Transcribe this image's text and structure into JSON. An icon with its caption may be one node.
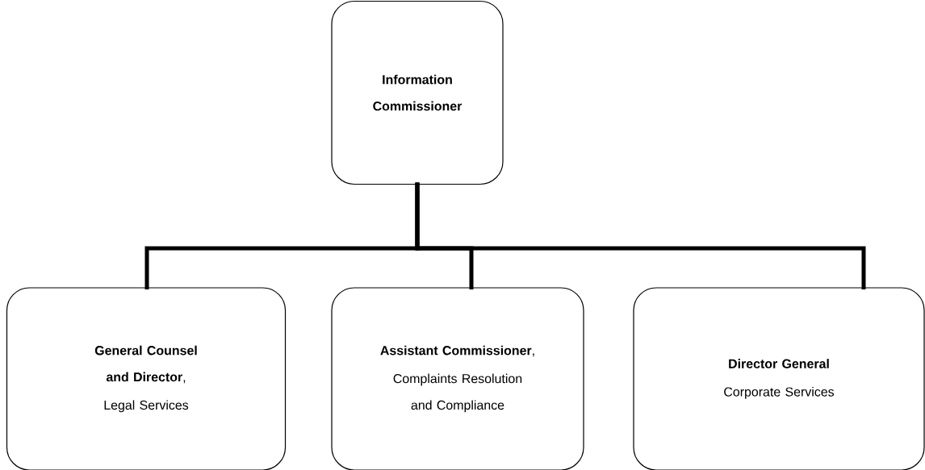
{
  "diagram": {
    "nodes": [
      {
        "text": [
          "**Information Commissioner**"
        ]
      },
      {
        "text": [
          "**General Counsel and Director**,",
          "Legal Services"
        ]
      },
      {
        "text": [
          "**Assistant Commissioner**,",
          "Complaints Resolution and Compliance"
        ]
      },
      {
        "text": [
          "**Director General**",
          "Corporate Services"
        ]
      }
    ],
    "edges": [
      {
        "from": 0,
        "to": 1,
        "arrow": "none"
      },
      {
        "from": 0,
        "to": 2,
        "arrow": "none"
      },
      {
        "from": 0,
        "to": 3,
        "arrow": "none"
      }
    ]
  }
}
